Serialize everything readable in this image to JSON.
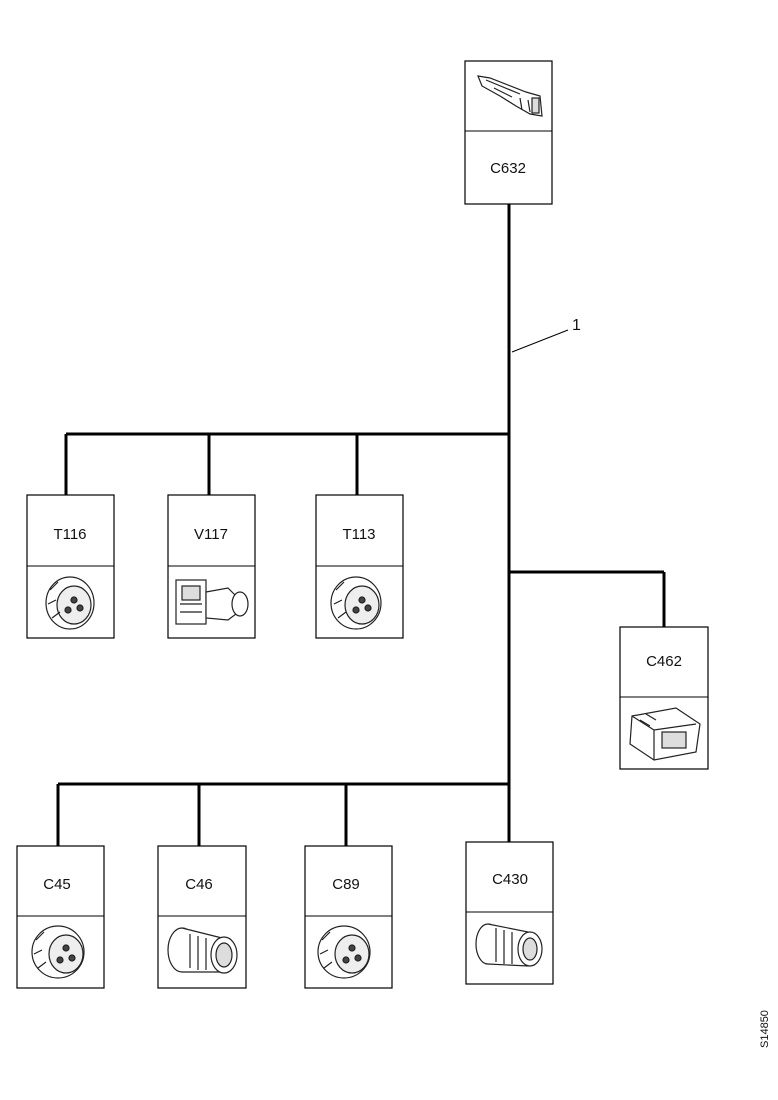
{
  "diagram": {
    "callout_number": "1",
    "document_id": "S14850",
    "connectors": {
      "c632": {
        "label": "C632",
        "icon": "terminal-pin-icon"
      },
      "t116": {
        "label": "T116",
        "icon": "round-connector-icon"
      },
      "v117": {
        "label": "V117",
        "icon": "valve-connector-icon"
      },
      "t113": {
        "label": "T113",
        "icon": "round-connector-icon"
      },
      "c462": {
        "label": "C462",
        "icon": "rectangular-connector-icon"
      },
      "c45": {
        "label": "C45",
        "icon": "round-connector-icon"
      },
      "c46": {
        "label": "C46",
        "icon": "bulkhead-connector-icon"
      },
      "c89": {
        "label": "C89",
        "icon": "round-connector-icon"
      },
      "c430": {
        "label": "C430",
        "icon": "bulkhead-connector-icon"
      }
    }
  }
}
